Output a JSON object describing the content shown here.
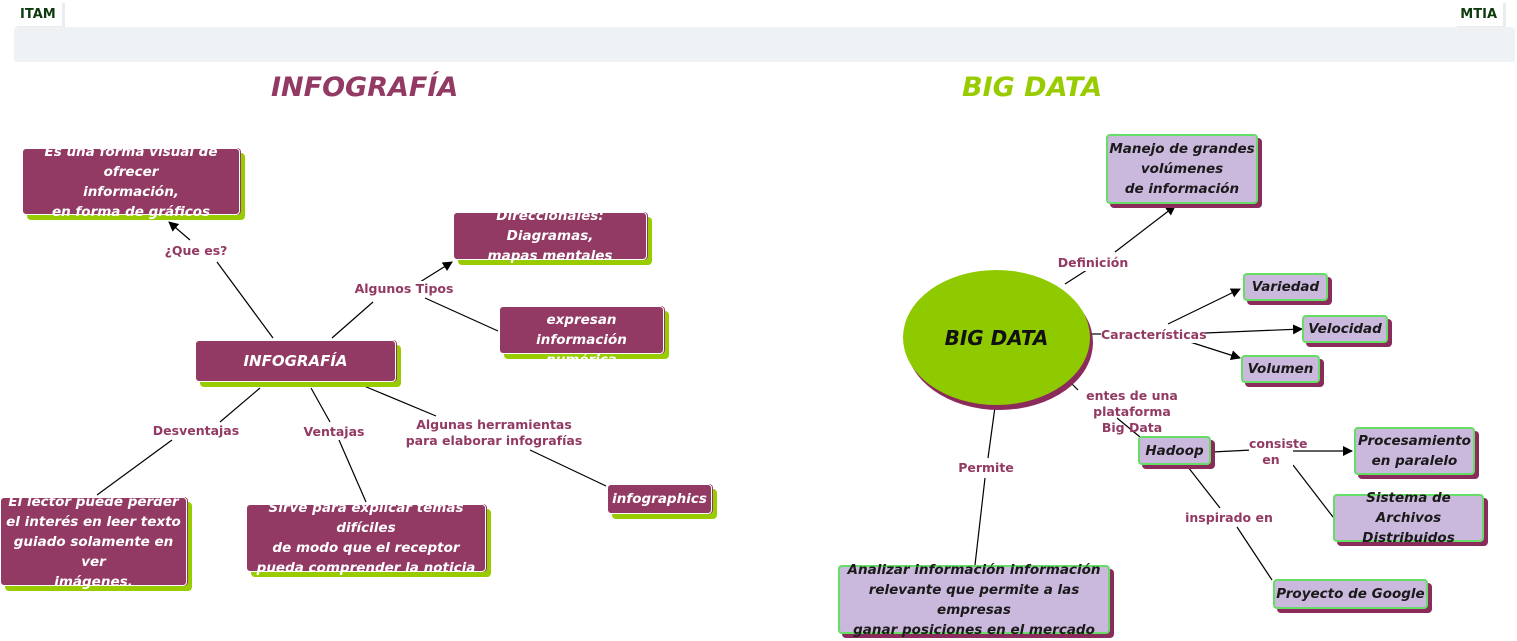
{
  "header": {
    "left_label": "ITAM",
    "right_label": "MTIA"
  },
  "infografia": {
    "title": "INFOGRAFÍA",
    "central": "INFOGRAFÍA",
    "definition_box": "Es una forma visual de ofrecer\ninformación,\nen forma de gráficos",
    "types_box_1": "Direccionales: Diagramas,\nmapas mentales",
    "types_box_2": "Gráficas que expresan\ninformación numérica",
    "disadvantages_box": "El lector puede perder\nel interés en leer texto\nguiado solamente en ver\nimágenes.",
    "advantages_box": "Sirve para explicar temas difíciles\nde modo que el receptor\npueda comprender la noticia",
    "tools_box": "infographics",
    "links": {
      "que_es": "¿Que es?",
      "algunos_tipos": "Algunos Tipos",
      "desventajas": "Desventajas",
      "ventajas": "Ventajas",
      "herramientas": "Algunas herramientas\npara elaborar infografías"
    }
  },
  "bigdata": {
    "title": "BIG DATA",
    "central": "BIG DATA",
    "definition_box": "Manejo de grandes\nvolúmenes\nde información",
    "char_1": "Variedad",
    "char_2": "Velocidad",
    "char_3": "Volumen",
    "hadoop": "Hadoop",
    "proc_paralelo": "Procesamiento\nen paralelo",
    "sistema_archivos": "Sistema de Archivos\nDistribuidos",
    "proyecto_google": "Proyecto de Google",
    "permite_box": "Analizar información información\nrelevante que permite a las empresas\nganar posiciones en el mercado",
    "links": {
      "definicion": "Definición",
      "caracteristicas": "Características",
      "plataforma": "entes de una plataforma\nBig Data",
      "consiste_en": "consiste\nen",
      "inspirado_en": "inspirado en",
      "permite": "Permite"
    }
  },
  "colors": {
    "magenta": "#923a63",
    "lime": "#99cc00",
    "lavender": "#cbb8dd",
    "green_border": "#66dd66",
    "ellipse": "#8fc900",
    "bigdata_title": "#99cc00"
  }
}
